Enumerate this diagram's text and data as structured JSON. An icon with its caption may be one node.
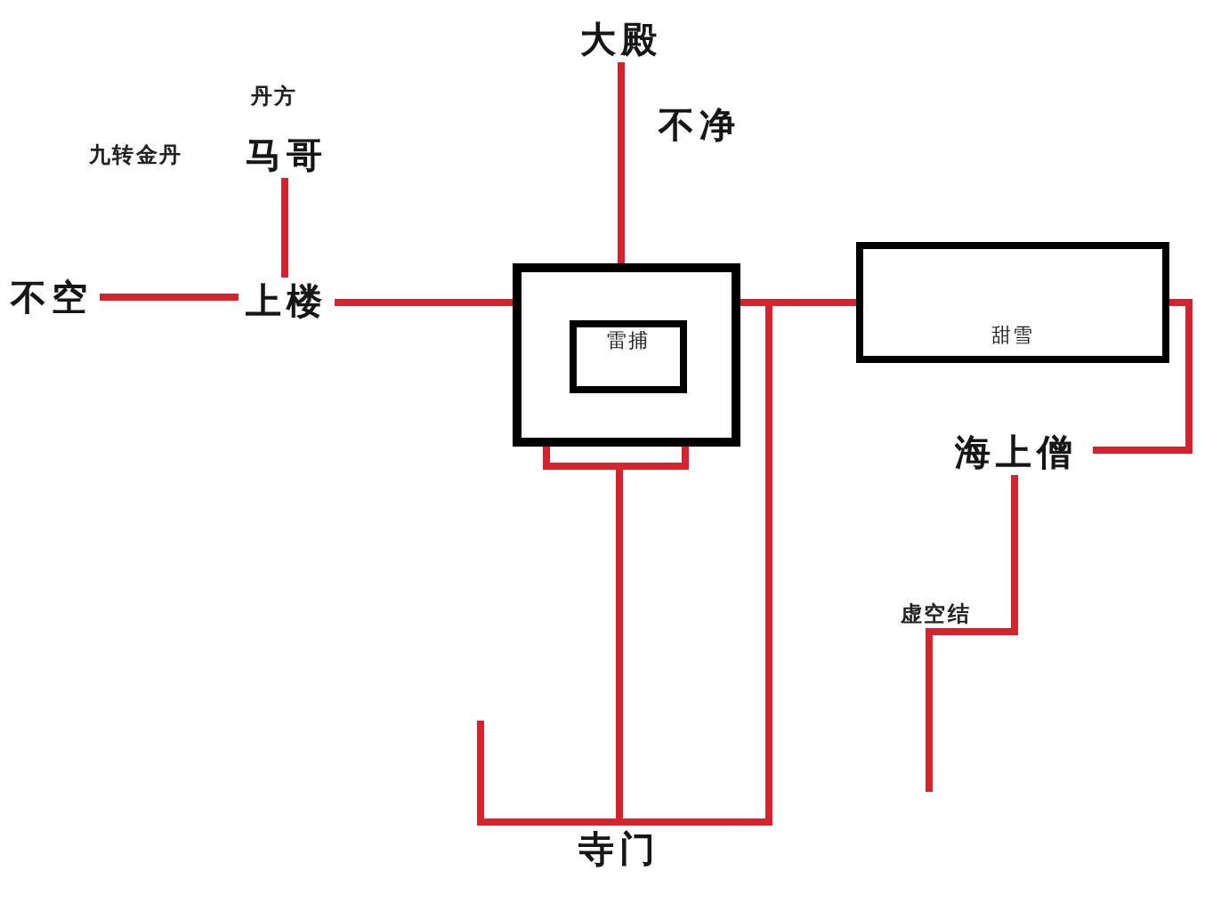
{
  "diagram": {
    "nodes": [
      {
        "text": [
          "大殿"
        ]
      },
      {
        "text": [
          "马哥"
        ],
        "beside": [
          "丹方",
          "九转金丹"
        ]
      },
      {
        "text": [
          "不空"
        ]
      },
      {
        "text": [
          "上楼"
        ]
      },
      {
        "text": [],
        "shape": "box"
      },
      {
        "text": [
          "雷捕"
        ],
        "in": 4
      },
      {
        "text": [
          "甜雪"
        ]
      },
      {
        "text": [
          "海上僧"
        ]
      },
      {
        "text": [
          "寺门"
        ]
      }
    ],
    "edges": [
      {
        "from": 2,
        "to": 3,
        "arrow": "none"
      },
      {
        "from": 3,
        "to": 1,
        "arrow": "none"
      },
      {
        "from": 3,
        "to": 4,
        "arrow": "none"
      },
      {
        "from": 0,
        "to": 4,
        "arrow": "none"
      },
      {
        "from": 4,
        "to": 6,
        "arrow": "none"
      },
      {
        "from": 6,
        "to": 7,
        "arrow": "none"
      },
      {
        "from": 4,
        "to": 8,
        "arrow": "none"
      },
      {
        "from": 4,
        "to": 8,
        "arrow": "none"
      },
      {
        "from": 8,
        "to": null,
        "arrow": "none"
      },
      {
        "from": 7,
        "to": null,
        "arrow": "none",
        "label": "虚空结"
      }
    ],
    "labels": [
      "不净"
    ]
  }
}
